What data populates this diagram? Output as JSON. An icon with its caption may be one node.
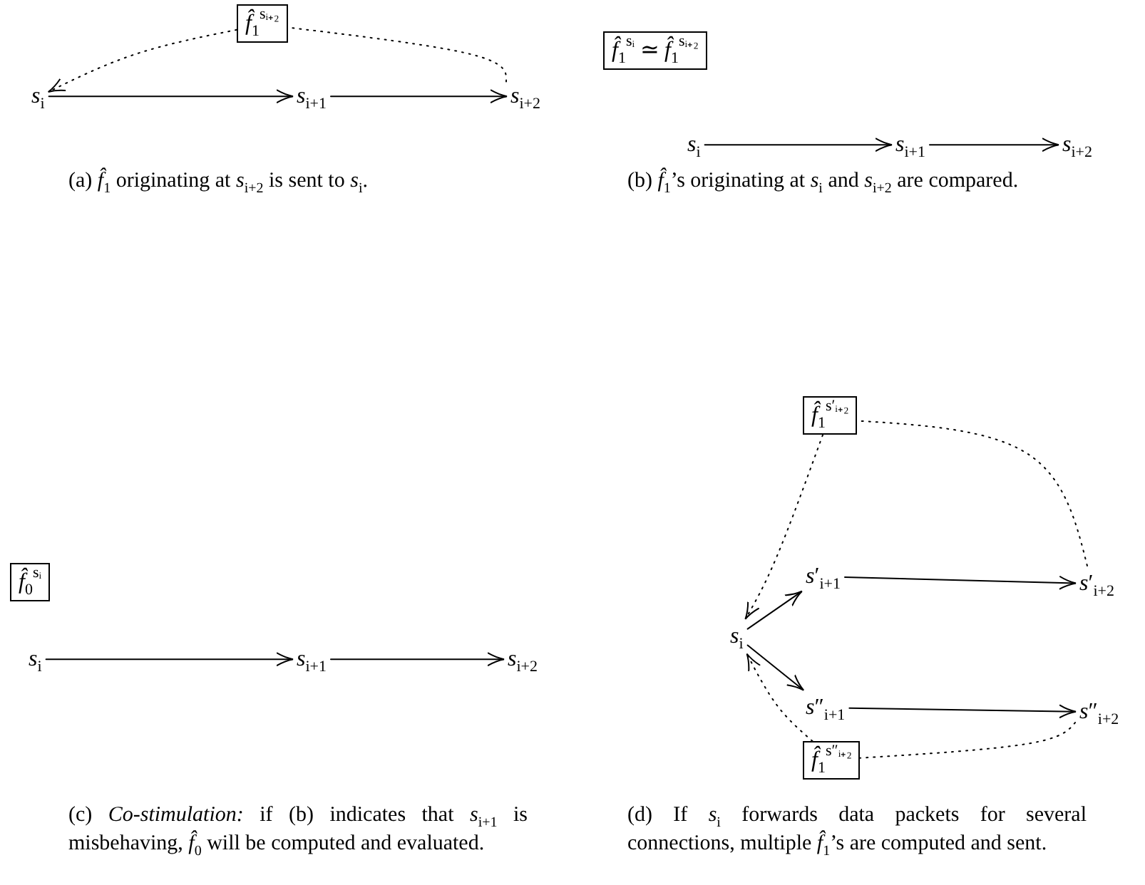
{
  "diagram": {
    "nodes": [
      {
        "text": [
          "*f̂*$_{1}$$^{sᵢ₊₂}$"
        ]
      },
      {
        "text": [
          "*s*$_{i}$"
        ]
      },
      {
        "text": [
          "*s*$_{i+1}$"
        ]
      },
      {
        "text": [
          "*s*$_{i+2}$"
        ]
      },
      {
        "text": [
          "*f̂*$_{1}$$^{sᵢ}$ ≃ *f̂*$_{1}$$^{sᵢ₊₂}$"
        ]
      },
      {
        "text": [
          "*s*$_{i}$"
        ]
      },
      {
        "text": [
          "*s*$_{i+1}$"
        ]
      },
      {
        "text": [
          "*s*$_{i+2}$"
        ]
      },
      {
        "text": [
          "*f̂*$_{0}$$^{sᵢ}$"
        ]
      },
      {
        "text": [
          "*s*$_{i}$"
        ]
      },
      {
        "text": [
          "*s*$_{i+1}$"
        ]
      },
      {
        "text": [
          "*s*$_{i+2}$"
        ]
      },
      {
        "text": [
          "*f̂*$_{1}$$^{s′ᵢ₊₂}$"
        ]
      },
      {
        "text": [
          "*s*$_{i}$"
        ]
      },
      {
        "text": [
          "*s*′$_{i+1}$"
        ]
      },
      {
        "text": [
          "*s*′$_{i+2}$"
        ]
      },
      {
        "text": [
          "*s*″$_{i+1}$"
        ]
      },
      {
        "text": [
          "*s*″$_{i+2}$"
        ]
      },
      {
        "text": [
          "*f̂*$_{1}$$^{s″ᵢ₊₂}$"
        ]
      }
    ],
    "edges": [
      {
        "from": 1,
        "to": 2,
        "arrow": "to"
      },
      {
        "from": 2,
        "to": 3,
        "arrow": "to"
      },
      {
        "from": 3,
        "to": 0,
        "arrow": "none",
        "style": "dashed"
      },
      {
        "from": 0,
        "to": 1,
        "arrow": "to",
        "style": "dashed"
      },
      {
        "from": 5,
        "to": 6,
        "arrow": "to"
      },
      {
        "from": 6,
        "to": 7,
        "arrow": "to"
      },
      {
        "from": 9,
        "to": 10,
        "arrow": "to"
      },
      {
        "from": 10,
        "to": 11,
        "arrow": "to"
      },
      {
        "from": 13,
        "to": 14,
        "arrow": "to"
      },
      {
        "from": 14,
        "to": 15,
        "arrow": "to"
      },
      {
        "from": 13,
        "to": 16,
        "arrow": "to"
      },
      {
        "from": 16,
        "to": 17,
        "arrow": "to"
      },
      {
        "from": 15,
        "to": 12,
        "arrow": "none",
        "style": "dashed"
      },
      {
        "from": 12,
        "to": 13,
        "arrow": "to",
        "style": "dashed"
      },
      {
        "from": 17,
        "to": 18,
        "arrow": "none",
        "style": "dashed"
      },
      {
        "from": 18,
        "to": 13,
        "arrow": "to",
        "style": "dashed"
      }
    ],
    "labels": [
      "(a) *f̂*$_{1}$ originating at *s*$_{i+2}$ is sent to *s*$_{i}$.",
      "(b) *f̂*$_{1}$’s originating at *s*$_{i}$ and *s*$_{i+2}$ are compared.",
      "(c) *Co-stimulation:* if (b) indicates that *s*$_{i+1}$ is misbehaving, *f̂*$_{0}$ will be computed and evaluated.",
      "(d) If *s*$_{i}$ forwards data packets for several connections, multiple *f̂*$_{1}$’s are computed and sent."
    ]
  }
}
